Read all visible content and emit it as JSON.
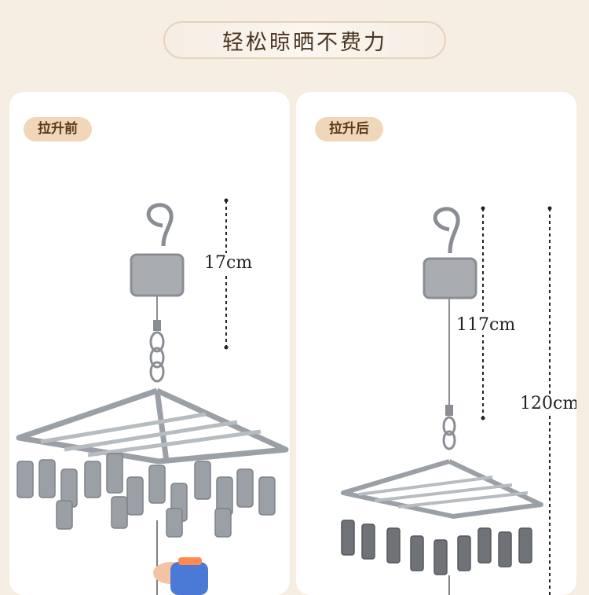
{
  "headline": "",
  "subtitle": "轻松晾晒不费力",
  "panels": [
    {
      "tag": "拉升前",
      "measure": "17cm"
    },
    {
      "tag": "拉升后",
      "measure_inner": "117cm",
      "measure_outer": "120cm"
    }
  ],
  "colors": {
    "page_bg": "#f6ede3",
    "panel_bg": "#ffffff",
    "tag_bg": "#f0d7b9",
    "tag_text": "#5b3a1a",
    "metal": "#8a8e94",
    "clip": "#9aa0a6"
  }
}
